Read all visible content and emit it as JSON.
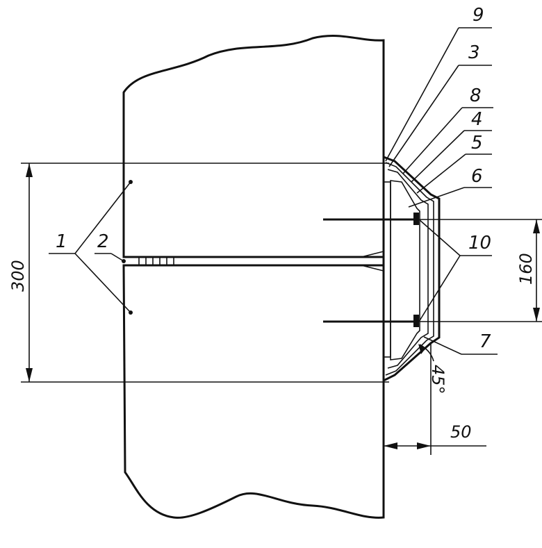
{
  "labels": {
    "l1": "1",
    "l2": "2",
    "l3": "3",
    "l4": "4",
    "l5": "5",
    "l6": "6",
    "l7": "7",
    "l8": "8",
    "l9": "9",
    "l10": "10"
  },
  "dimensions": {
    "d300": "300",
    "d160": "160",
    "d50": "50",
    "angle": "45°"
  },
  "colors": {
    "ink": "#111111",
    "paper": "#ffffff"
  }
}
